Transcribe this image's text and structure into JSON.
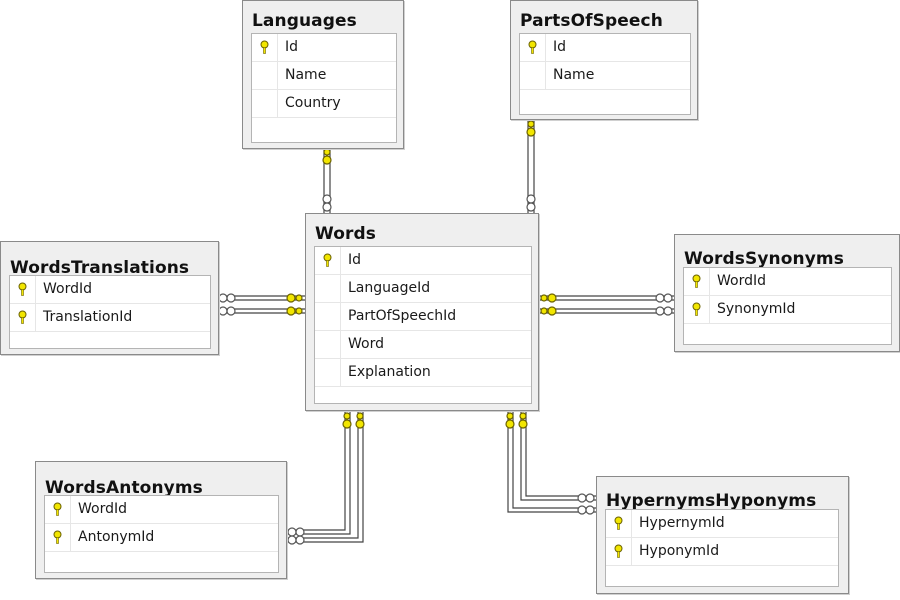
{
  "tables": {
    "languages": {
      "title": "Languages",
      "columns": [
        {
          "name": "Id",
          "key": true
        },
        {
          "name": "Name",
          "key": false
        },
        {
          "name": "Country",
          "key": false
        }
      ]
    },
    "parts_of_speech": {
      "title": "PartsOfSpeech",
      "columns": [
        {
          "name": "Id",
          "key": true
        },
        {
          "name": "Name",
          "key": false
        }
      ]
    },
    "words": {
      "title": "Words",
      "columns": [
        {
          "name": "Id",
          "key": true
        },
        {
          "name": "LanguageId",
          "key": false
        },
        {
          "name": "PartOfSpeechId",
          "key": false
        },
        {
          "name": "Word",
          "key": false
        },
        {
          "name": "Explanation",
          "key": false
        }
      ]
    },
    "words_translations": {
      "title": "WordsTranslations",
      "columns": [
        {
          "name": "WordId",
          "key": true
        },
        {
          "name": "TranslationId",
          "key": true
        }
      ]
    },
    "words_synonyms": {
      "title": "WordsSynonyms",
      "columns": [
        {
          "name": "WordId",
          "key": true
        },
        {
          "name": "SynonymId",
          "key": true
        }
      ]
    },
    "words_antonyms": {
      "title": "WordsAntonyms",
      "columns": [
        {
          "name": "WordId",
          "key": true
        },
        {
          "name": "AntonymId",
          "key": true
        }
      ]
    },
    "hypernyms_hyponyms": {
      "title": "HypernymsHyponyms",
      "columns": [
        {
          "name": "HypernymId",
          "key": true
        },
        {
          "name": "HyponymId",
          "key": true
        }
      ]
    }
  },
  "relationships": [
    {
      "from": "Languages.Id",
      "to": "Words.LanguageId",
      "type": "one-to-many"
    },
    {
      "from": "PartsOfSpeech.Id",
      "to": "Words.PartOfSpeechId",
      "type": "one-to-many"
    },
    {
      "from": "Words.Id",
      "to": "WordsTranslations.WordId",
      "type": "one-to-many"
    },
    {
      "from": "Words.Id",
      "to": "WordsTranslations.TranslationId",
      "type": "one-to-many"
    },
    {
      "from": "Words.Id",
      "to": "WordsSynonyms.WordId",
      "type": "one-to-many"
    },
    {
      "from": "Words.Id",
      "to": "WordsSynonyms.SynonymId",
      "type": "one-to-many"
    },
    {
      "from": "Words.Id",
      "to": "WordsAntonyms.WordId",
      "type": "one-to-many"
    },
    {
      "from": "Words.Id",
      "to": "WordsAntonyms.AntonymId",
      "type": "one-to-many"
    },
    {
      "from": "Words.Id",
      "to": "HypernymsHyponyms.HypernymId",
      "type": "one-to-many"
    },
    {
      "from": "Words.Id",
      "to": "HypernymsHyponyms.HyponymId",
      "type": "one-to-many"
    }
  ],
  "colors": {
    "key": "#f2e600",
    "key_outline": "#6b6200",
    "line": "#444444",
    "table_bg": "#efefef",
    "border": "#8a8a8a"
  },
  "icons": {
    "primary_key": "key-icon",
    "one_end": "key-icon",
    "many_end": "infinity-icon"
  }
}
